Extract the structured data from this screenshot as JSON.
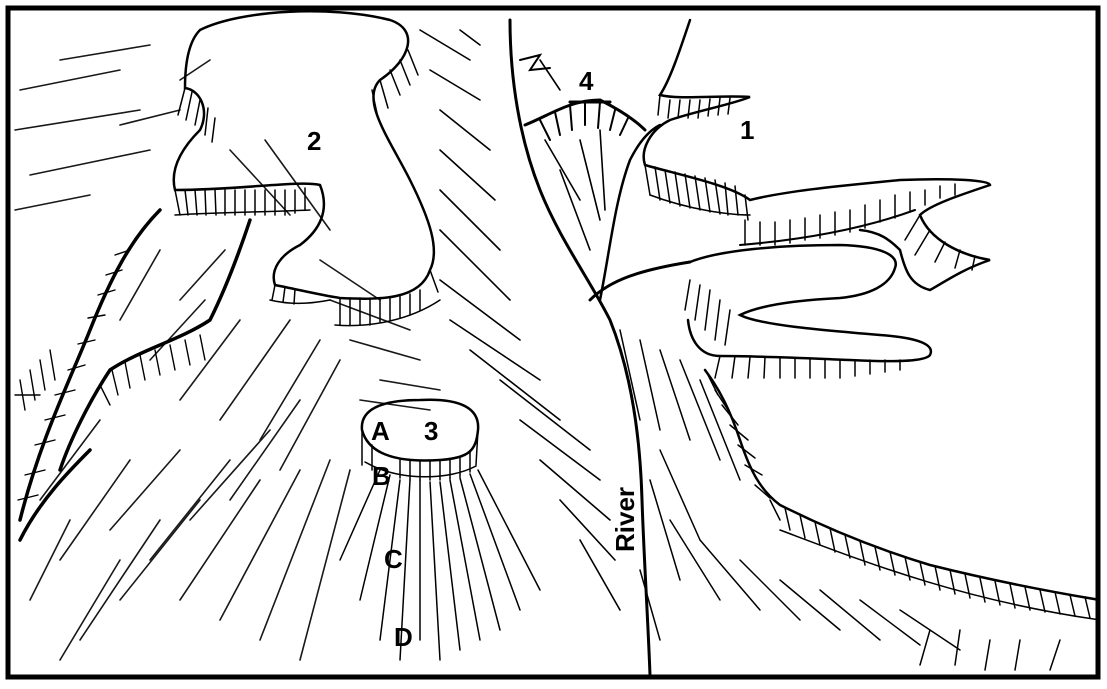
{
  "figure": {
    "labels": {
      "mesa_1": "1",
      "mesa_2": "2",
      "butte_3": "3",
      "feature_4": "4",
      "point_a": "A",
      "point_b": "B",
      "point_c": "C",
      "point_d": "D",
      "river": "River"
    },
    "colors": {
      "ink": "#000000",
      "paper": "#ffffff"
    }
  }
}
